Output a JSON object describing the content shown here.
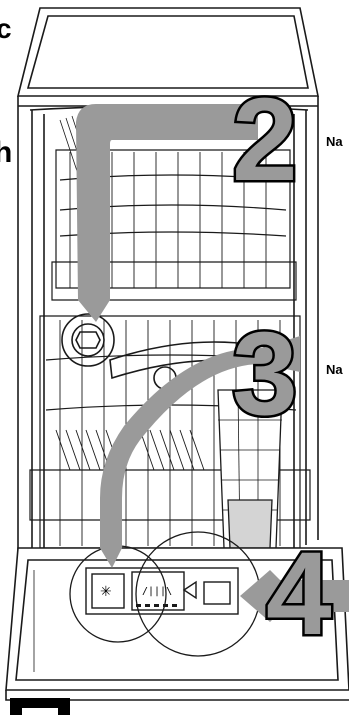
{
  "callouts": [
    {
      "number": "2",
      "label": "Na"
    },
    {
      "number": "3",
      "label": "Na"
    },
    {
      "number": "4",
      "label": ""
    }
  ],
  "dispenser_symbols": {
    "left": "✳",
    "right": "/|||\\"
  },
  "left_edge_marks": [
    "c",
    "h"
  ],
  "colors": {
    "line": "#1a1a1a",
    "arrow": "#9a9a9a",
    "background": "#ffffff"
  }
}
